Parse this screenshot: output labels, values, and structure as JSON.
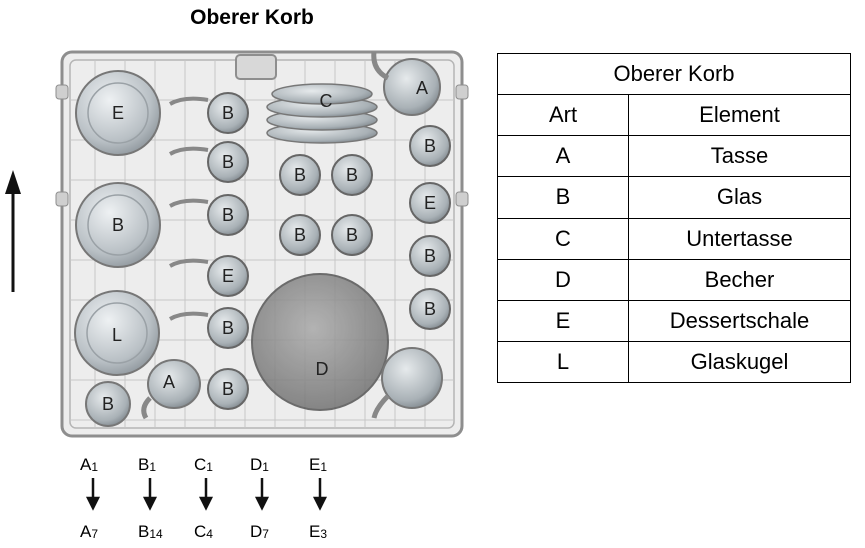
{
  "diagram": {
    "title": "Oberer Korb",
    "item_labels": [
      "E",
      "B",
      "C",
      "A",
      "B",
      "B",
      "B",
      "B",
      "E",
      "B",
      "B",
      "B",
      "B",
      "B",
      "E",
      "B",
      "L",
      "B",
      "D",
      "A",
      "B"
    ]
  },
  "sequence": [
    {
      "start": "A",
      "start_sub": "1",
      "end": "A",
      "end_sub": "7"
    },
    {
      "start": "B",
      "start_sub": "1",
      "end": "B",
      "end_sub": "14"
    },
    {
      "start": "C",
      "start_sub": "1",
      "end": "C",
      "end_sub": "4"
    },
    {
      "start": "D",
      "start_sub": "1",
      "end": "D",
      "end_sub": "7"
    },
    {
      "start": "E",
      "start_sub": "1",
      "end": "E",
      "end_sub": "3"
    }
  ],
  "legend": {
    "title": "Oberer Korb",
    "headers": [
      "Art",
      "Element"
    ],
    "rows": [
      [
        "A",
        "Tasse"
      ],
      [
        "B",
        "Glas"
      ],
      [
        "C",
        "Untertasse"
      ],
      [
        "D",
        "Becher"
      ],
      [
        "E",
        "Dessertschale"
      ],
      [
        "L",
        "Glaskugel"
      ]
    ]
  }
}
